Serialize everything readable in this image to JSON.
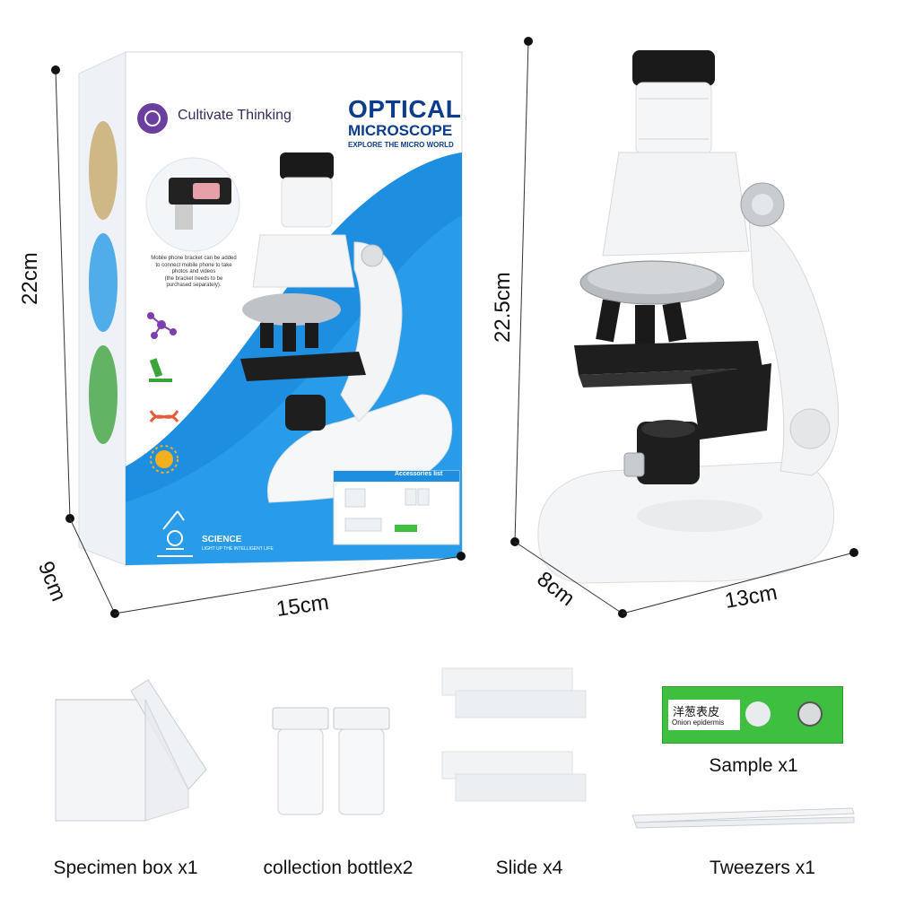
{
  "box": {
    "brand": "Cultivate Thinking",
    "title_line1": "OPTICAL",
    "title_line2": "MICROSCOPE",
    "tagline": "EXPLORE THE MICRO WORLD",
    "phone_note": [
      "Mobile phone bracket can be added",
      "to connect mobile phone to take",
      "photos and videos",
      "(the bracket needs to be",
      "purchased separately)."
    ],
    "accessories_title": "Accessories list",
    "science": "SCIENCE",
    "science_sub": "LIGHT UP THE INTELLIGENT LIFE",
    "colors": {
      "blue": "#1e8fe0",
      "navy": "#0b3d8c",
      "purple": "#6b3fa0"
    }
  },
  "dimensions": {
    "box_height": "22cm",
    "box_depth": "9cm",
    "box_width": "15cm",
    "scope_height": "22.5cm",
    "scope_depth": "8cm",
    "scope_width": "13cm"
  },
  "sample": {
    "chinese": "洋葱表皮",
    "english": "Onion epidermis",
    "color": "#3fbf3f"
  },
  "accessories": [
    {
      "label": "Specimen box x1"
    },
    {
      "label": "collection bottlex2"
    },
    {
      "label": "Slide x4"
    },
    {
      "label": "Sample x1"
    },
    {
      "label": "Tweezers x1"
    }
  ]
}
